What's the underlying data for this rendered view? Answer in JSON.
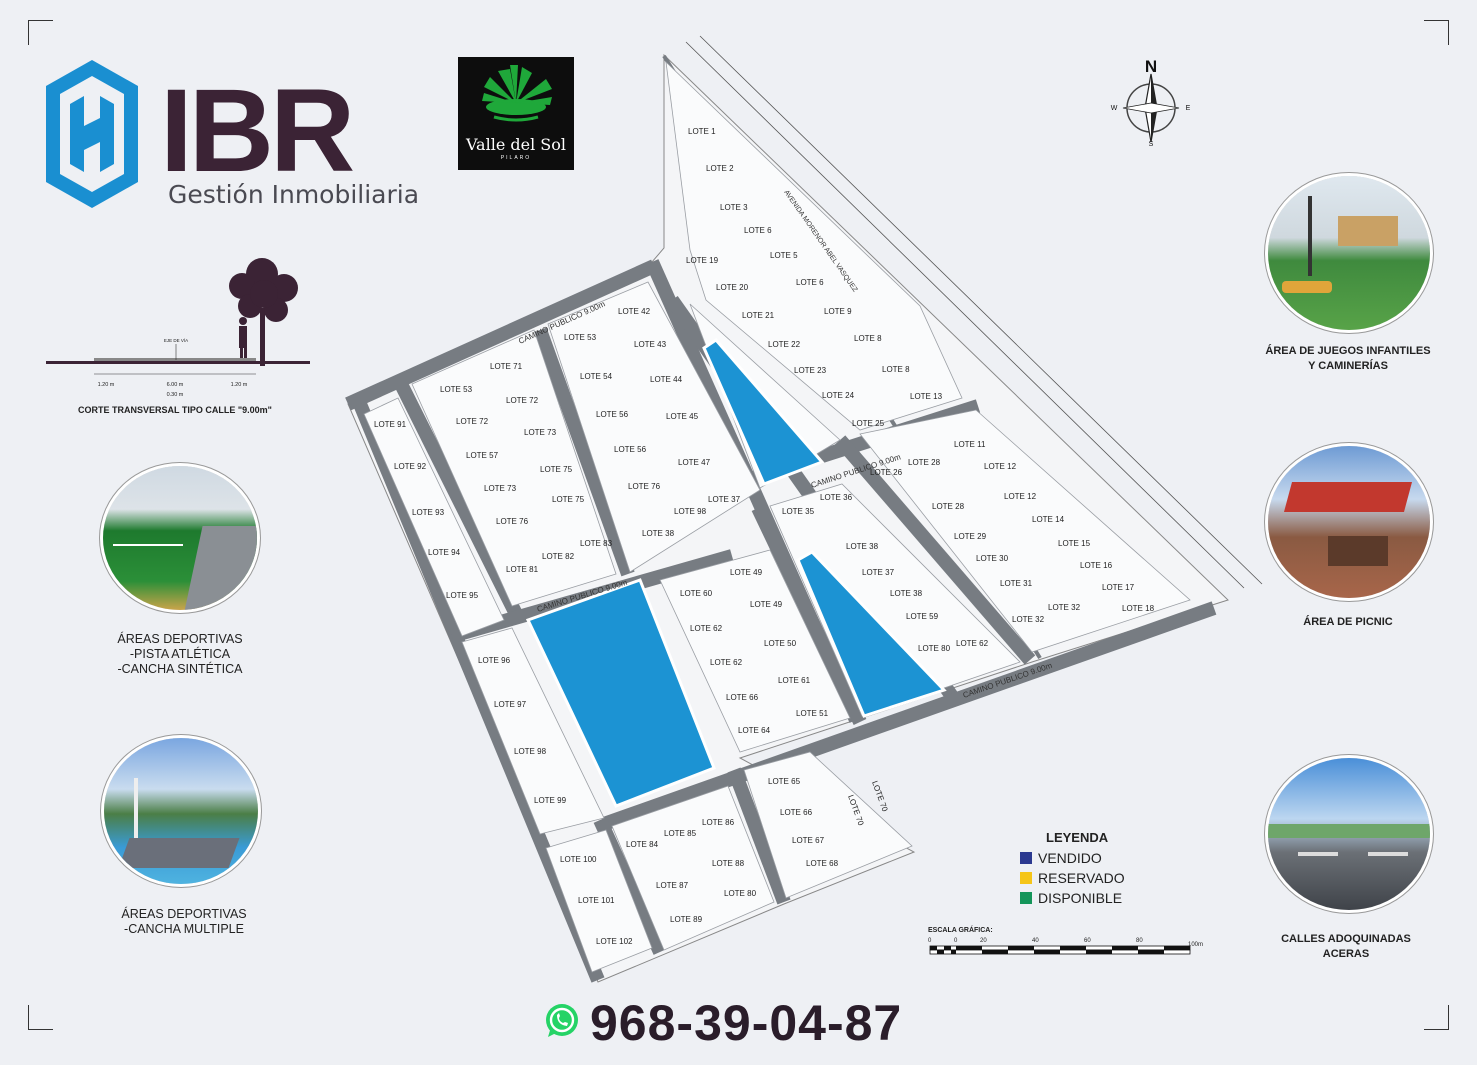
{
  "brand": {
    "name": "IBR",
    "subtitle": "Gestión Inmobiliaria",
    "partner_name": "Valle del Sol",
    "partner_sub": "PILARO",
    "colors": {
      "logo_blue": "#1a8fd1",
      "brand_dark": "#3b2335",
      "partner_green": "#1fa83a"
    }
  },
  "compass": {
    "n": "N",
    "s": "S",
    "e": "E",
    "w": "W"
  },
  "cross_section": {
    "caption": "CORTE TRANSVERSAL TIPO CALLE \"9.00m\"",
    "axis_label": "EJE DE VÍA",
    "dims": [
      "1.20 m",
      "6.00 m",
      "1.20 m",
      "0.30 m"
    ]
  },
  "amenities": [
    {
      "caption_lines": [
        "ÁREA DE JUEGOS INFANTILES",
        "Y CAMINERÍAS"
      ],
      "icon": "playground-photo"
    },
    {
      "caption_lines": [
        "ÁREA DE PICNIC"
      ],
      "icon": "picnic-photo"
    },
    {
      "caption_lines": [
        "CALLES ADOQUINADAS",
        "ACERAS"
      ],
      "icon": "street-photo"
    },
    {
      "caption_lines": [
        "ÁREAS DEPORTIVAS",
        "-PISTA ATLÉTICA",
        "-CANCHA SINTÉTICA"
      ],
      "icon": "track-photo"
    },
    {
      "caption_lines": [
        "ÁREAS DEPORTIVAS",
        "-CANCHA MULTIPLE"
      ],
      "icon": "court-photo"
    }
  ],
  "legend": {
    "title": "LEYENDA",
    "items": [
      {
        "label": "VENDIDO",
        "color": "#2b3990"
      },
      {
        "label": "RESERVADO",
        "color": "#f5c518"
      },
      {
        "label": "DISPONIBLE",
        "color": "#14955a"
      }
    ]
  },
  "scale": {
    "title": "ESCALA GRÁFICA:",
    "ticks": [
      "0",
      "0",
      "20",
      "40",
      "60",
      "80",
      "100m"
    ]
  },
  "contact": {
    "phone": "968-39-04-87",
    "icon": "whatsapp-icon",
    "whatsapp_color": "#25d366"
  },
  "roads": {
    "camino_publico": "CAMINO PUBLICO 9.00m",
    "camino_publico_short": "CAMINO PUBLICO 9.00m",
    "avenida": "AVENIDA MORENOR ABEL VASQUEZ"
  },
  "lots": [
    "LOTE 1",
    "LOTE 2",
    "LOTE 3",
    "LOTE 6",
    "LOTE 5",
    "LOTE 6",
    "LOTE 9",
    "LOTE 8",
    "LOTE 8",
    "LOTE 13",
    "LOTE 19",
    "LOTE 20",
    "LOTE 21",
    "LOTE 22",
    "LOTE 23",
    "LOTE 24",
    "LOTE 25",
    "LOTE 42",
    "LOTE 43",
    "LOTE 44",
    "LOTE 45",
    "LOTE 47",
    "LOTE 53",
    "LOTE 54",
    "LOTE 56",
    "LOTE 56",
    "LOTE 76",
    "LOTE 71",
    "LOTE 72",
    "LOTE 73",
    "LOTE 75",
    "LOTE 75",
    "LOTE 83",
    "LOTE 82",
    "LOTE 53",
    "LOTE 72",
    "LOTE 57",
    "LOTE 73",
    "LOTE 76",
    "LOTE 81",
    "LOTE 91",
    "LOTE 92",
    "LOTE 93",
    "LOTE 94",
    "LOTE 95",
    "LOTE 37",
    "LOTE 98",
    "LOTE 38",
    "LOTE 36",
    "LOTE 35",
    "LOTE 11",
    "LOTE 12",
    "LOTE 28",
    "LOTE 26",
    "LOTE 28",
    "LOTE 12",
    "LOTE 14",
    "LOTE 29",
    "LOTE 15",
    "LOTE 30",
    "LOTE 16",
    "LOTE 31",
    "LOTE 17",
    "LOTE 32",
    "LOTE 18",
    "LOTE 32",
    "LOTE 38",
    "LOTE 37",
    "LOTE 38",
    "LOTE 59",
    "LOTE 80",
    "LOTE 62",
    "LOTE 49",
    "LOTE 60",
    "LOTE 49",
    "LOTE 62",
    "LOTE 50",
    "LOTE 62",
    "LOTE 61",
    "LOTE 66",
    "LOTE 51",
    "LOTE 64",
    "LOTE 96",
    "LOTE 97",
    "LOTE 98",
    "LOTE 99",
    "LOTE 65",
    "LOTE 66",
    "LOTE 67",
    "LOTE 68",
    "LOTE 70",
    "LOTE 70",
    "LOTE 86",
    "LOTE 85",
    "LOTE 84",
    "LOTE 88",
    "LOTE 87",
    "LOTE 80",
    "LOTE 89",
    "LOTE 100",
    "LOTE 101",
    "LOTE 102"
  ]
}
